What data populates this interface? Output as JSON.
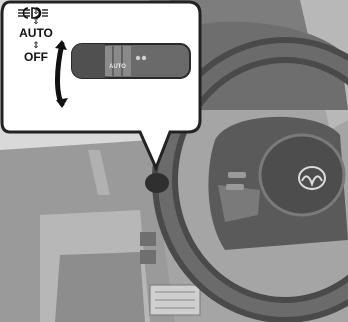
{
  "callout": {
    "modes": [
      {
        "icon": "headlight-icon"
      },
      {
        "icon": "parking-light-icon"
      },
      {
        "label": "AUTO"
      },
      {
        "label": "OFF"
      }
    ],
    "stalk_labels": {
      "auto": "AUTO"
    }
  },
  "colors": {
    "illustration_gray": "#8a8a8a",
    "dark_gray": "#3c3c3c",
    "light_gray": "#c8c8c8",
    "background": "#ffffff"
  }
}
